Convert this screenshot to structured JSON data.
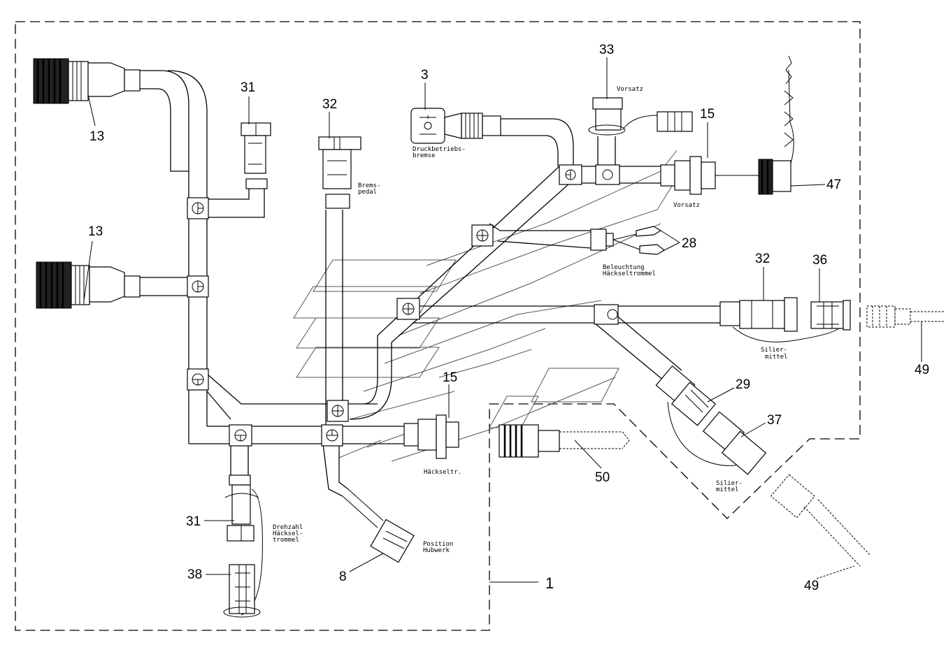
{
  "diagram": {
    "part_numbers": {
      "p13a": "13",
      "p13b": "13",
      "p31a": "31",
      "p32a": "32",
      "p3": "3",
      "p33": "33",
      "p15a": "15",
      "p47": "47",
      "p28": "28",
      "p32b": "32",
      "p36": "36",
      "p49a": "49",
      "p15b": "15",
      "p29": "29",
      "p37": "37",
      "p50": "50",
      "p31b": "31",
      "p38": "38",
      "p8": "8",
      "p1": "1",
      "p49b": "49"
    },
    "labels": {
      "vorsatz_top": "Vorsatz",
      "druck_l1": "Druckbetriebs-",
      "druck_l2": "bremse",
      "brems_l1": "Brems-",
      "brems_l2": "pedal",
      "vorsatz_mid": "Vorsatz",
      "bel_l1": "Beleuchtung",
      "bel_l2": "Häckseltrommel",
      "silier1_l1": "Silier-",
      "silier1_l2": "mittel",
      "silier2_l1": "Silier-",
      "silier2_l2": "mittel",
      "haeckseltr": "Häckseltr.",
      "drehzahl_l1": "Drehzahl",
      "drehzahl_l2": "Häcksel-",
      "drehzahl_l3": "trommel",
      "position_l1": "Position",
      "position_l2": "Hubwerk"
    }
  }
}
